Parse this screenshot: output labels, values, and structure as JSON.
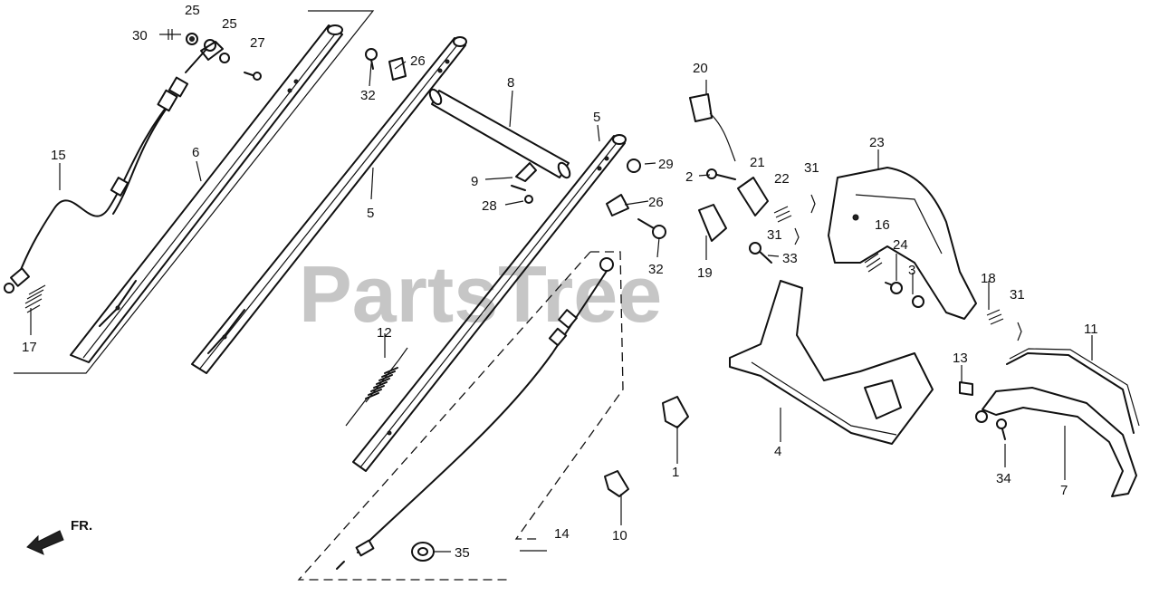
{
  "watermark": "PartsTree",
  "direction_label": "FR.",
  "callouts": [
    "1",
    "2",
    "3",
    "4",
    "5",
    "5",
    "6",
    "7",
    "8",
    "9",
    "10",
    "11",
    "12",
    "13",
    "14",
    "15",
    "16",
    "17",
    "18",
    "19",
    "20",
    "21",
    "22",
    "23",
    "24",
    "25",
    "25",
    "26",
    "26",
    "27",
    "28",
    "29",
    "30",
    "31",
    "31",
    "31",
    "32",
    "32",
    "33",
    "34",
    "35"
  ]
}
